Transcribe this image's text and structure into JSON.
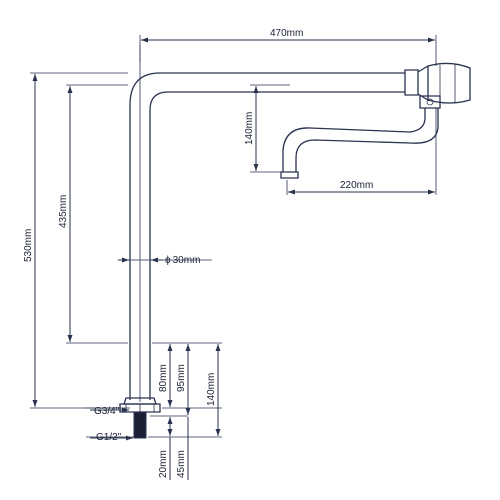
{
  "dimensions": {
    "overall_width": "470mm",
    "spout_drop": "140mm",
    "spout_reach": "220mm",
    "pipe_diameter": "30mm",
    "overall_height": "530mm",
    "upper_height": "435mm",
    "base_to_mid": "80mm",
    "base_section": "95mm",
    "lower_total": "140mm",
    "thread_lower_a": "20mm",
    "thread_lower_b": "45mm"
  },
  "threads": {
    "upper_thread": "G3/4\"",
    "lower_thread": "G1/2\""
  },
  "diameter_symbol": "ϕ"
}
